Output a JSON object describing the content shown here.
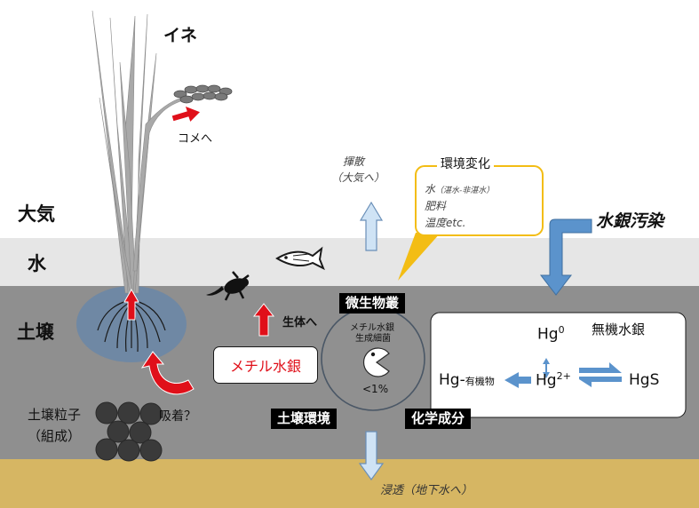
{
  "layers": {
    "atmosphere": "大気",
    "water": "水",
    "soil": "土壌"
  },
  "plant": {
    "name": "イネ",
    "to_rice": "コメへ"
  },
  "soil_particle": {
    "line1": "土壌粒子",
    "line2": "（組成）",
    "adsorption": "吸着？"
  },
  "methylmercury": {
    "label": "メチル水銀",
    "to_organisms": "生体へ"
  },
  "microbes": {
    "community": "微生物叢",
    "producers_line1": "メチル水銀",
    "producers_line2": "生成細菌",
    "fraction": "<1%",
    "soil_environment": "土壌環境",
    "chemical_components": "化学成分"
  },
  "volatilization": {
    "line1": "揮散",
    "line2": "（大気へ）"
  },
  "environment_change": {
    "title": "環境変化",
    "item1_main": "水",
    "item1_sub": "（湛水-非湛水）",
    "item2": "肥料",
    "item3": "温度etc."
  },
  "pollution": {
    "label": "水銀汚染"
  },
  "inorganic": {
    "title": "無機水銀",
    "hg0": "Hg",
    "hg0_sup": "0",
    "hg2": "Hg",
    "hg2_sup": "2+",
    "hg_organic": "Hg-",
    "hg_organic_sub": "有機物",
    "hgs": "HgS"
  },
  "leaching": {
    "label": "浸透（地下水へ）"
  },
  "colors": {
    "sky": "#ffffff",
    "water": "#e6e6e6",
    "soil": "#8f8f8f",
    "sand": "#d6b663",
    "accent_red": "#e0101a",
    "blue_arrow": "#5b93cc",
    "pale_arrow": "#cfe3f5",
    "yellow_border": "#f3bd14",
    "root_zone": "#6c87a6"
  }
}
